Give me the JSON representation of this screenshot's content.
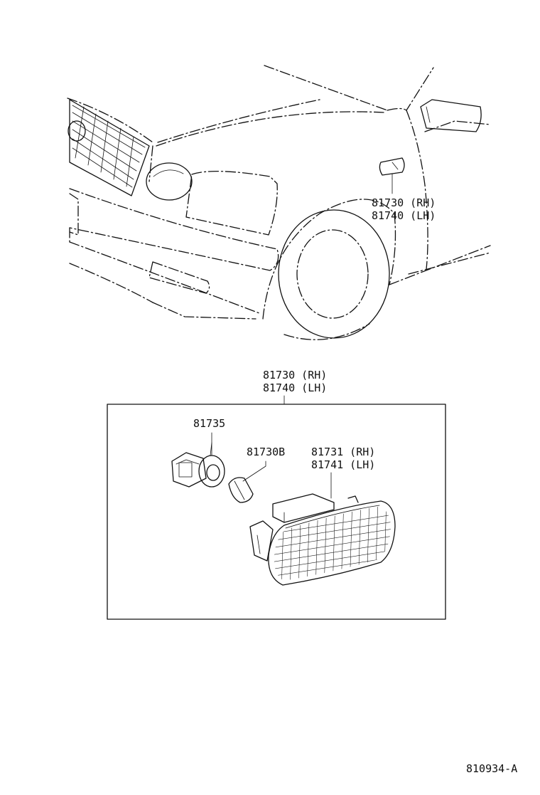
{
  "car_callout": {
    "rh": "81730 (RH)",
    "lh": "81740 (LH)"
  },
  "assembly_callout": {
    "rh": "81730 (RH)",
    "lh": "81740 (LH)"
  },
  "parts": {
    "socket": "81735",
    "bulb": "81730B",
    "lens_rh": "81731 (RH)",
    "lens_lh": "81741 (LH)"
  },
  "figure_code": "810934-A",
  "colors": {
    "ink": "#111111",
    "background": "#ffffff"
  }
}
